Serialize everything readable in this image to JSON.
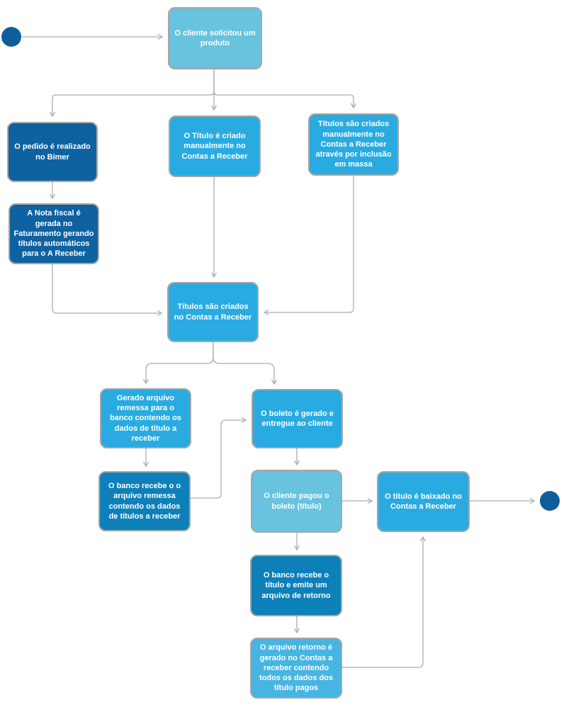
{
  "diagram": {
    "type": "flowchart",
    "language": "pt-BR",
    "palette": {
      "dark_blue": "#0E62A0",
      "medium_dark_blue": "#0D80B9",
      "medium_blue": "#29ABE2",
      "medium_light_blue": "#47B5E2",
      "light_blue": "#67C3DE",
      "terminal_blue": "#0D5E9B",
      "border_gray": "#A6A6A6",
      "connector_gray": "#A4AEB5",
      "text_white": "#FFFFFF"
    },
    "nodes": [
      {
        "id": "start",
        "kind": "start-terminal",
        "label": "",
        "color": "terminal_blue"
      },
      {
        "id": "cliente-solicitou-produto",
        "kind": "process",
        "label": "O cliente solicitou um produto",
        "color": "light_blue"
      },
      {
        "id": "pedido-realizado-bimer",
        "kind": "process",
        "label": "O pedido é realizado no Bimer",
        "color": "dark_blue"
      },
      {
        "id": "titulo-criado-manualmente",
        "kind": "process",
        "label": "O Título é criado manualmente no Contas a Receber",
        "color": "medium_blue"
      },
      {
        "id": "titulos-criados-inclusao-massa",
        "kind": "process",
        "label": "Títulos são criados manualmente no Contas a Receber através por inclusão em massa",
        "color": "medium_blue"
      },
      {
        "id": "nota-fiscal-gerada",
        "kind": "process",
        "label": "A Nota fiscal é gerada no Faturamento gerando títulos automáticos para o A Receber",
        "color": "dark_blue"
      },
      {
        "id": "titulos-criados-contas-receber",
        "kind": "process",
        "label": "Títulos são criados no Contas a Receber",
        "color": "medium_blue"
      },
      {
        "id": "gerado-arquivo-remessa",
        "kind": "process",
        "label": "Gerado arquivo remessa para o banco contendo os dados de título a receber",
        "color": "medium_blue"
      },
      {
        "id": "banco-recebe-arquivo-remessa",
        "kind": "process",
        "label": "O banco recebe o o arquivo remessa contendo os dados de títulos a receber",
        "color": "medium_dark_blue"
      },
      {
        "id": "boleto-gerado-entregue",
        "kind": "process",
        "label": "O boleto é gerado e entregue ao cliente",
        "color": "medium_blue"
      },
      {
        "id": "cliente-pagou-boleto",
        "kind": "process",
        "label": "O cliente pagou o boleto (título)",
        "color": "light_blue"
      },
      {
        "id": "titulo-baixado-contas-receber",
        "kind": "process",
        "label": "O título é baixado no Contas a Receber",
        "color": "medium_blue"
      },
      {
        "id": "banco-recebe-titulo-retorno",
        "kind": "process",
        "label": "O banco recebe o título e emite um arquivo de retorno",
        "color": "medium_dark_blue"
      },
      {
        "id": "arquivo-retorno-gerado",
        "kind": "process",
        "label": "O  arquivo retorno é gerado no Contas a receber contendo todos os dados dos título pagos",
        "color": "medium_light_blue"
      },
      {
        "id": "end",
        "kind": "end-terminal",
        "label": "",
        "color": "terminal_blue"
      }
    ],
    "edges": [
      {
        "from": "start",
        "to": "cliente-solicitou-produto"
      },
      {
        "from": "cliente-solicitou-produto",
        "to": "pedido-realizado-bimer"
      },
      {
        "from": "cliente-solicitou-produto",
        "to": "titulo-criado-manualmente"
      },
      {
        "from": "cliente-solicitou-produto",
        "to": "titulos-criados-inclusao-massa"
      },
      {
        "from": "pedido-realizado-bimer",
        "to": "nota-fiscal-gerada"
      },
      {
        "from": "nota-fiscal-gerada",
        "to": "titulos-criados-contas-receber"
      },
      {
        "from": "titulo-criado-manualmente",
        "to": "titulos-criados-contas-receber"
      },
      {
        "from": "titulos-criados-inclusao-massa",
        "to": "titulos-criados-contas-receber"
      },
      {
        "from": "titulos-criados-contas-receber",
        "to": "gerado-arquivo-remessa"
      },
      {
        "from": "titulos-criados-contas-receber",
        "to": "boleto-gerado-entregue"
      },
      {
        "from": "gerado-arquivo-remessa",
        "to": "banco-recebe-arquivo-remessa"
      },
      {
        "from": "banco-recebe-arquivo-remessa",
        "to": "boleto-gerado-entregue"
      },
      {
        "from": "boleto-gerado-entregue",
        "to": "cliente-pagou-boleto"
      },
      {
        "from": "cliente-pagou-boleto",
        "to": "titulo-baixado-contas-receber"
      },
      {
        "from": "cliente-pagou-boleto",
        "to": "banco-recebe-titulo-retorno"
      },
      {
        "from": "banco-recebe-titulo-retorno",
        "to": "arquivo-retorno-gerado"
      },
      {
        "from": "arquivo-retorno-gerado",
        "to": "titulo-baixado-contas-receber"
      },
      {
        "from": "titulo-baixado-contas-receber",
        "to": "end"
      }
    ]
  }
}
